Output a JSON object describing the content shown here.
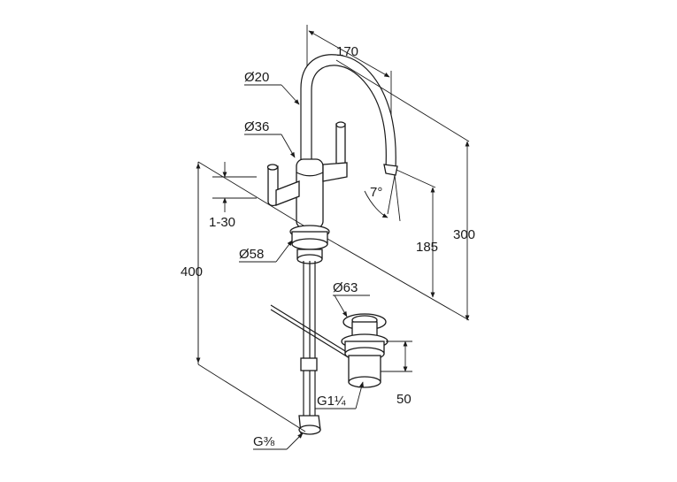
{
  "dimensions": {
    "width_top": "170",
    "spout_dia": "Ø20",
    "body_dia": "Ø36",
    "swivel_angle": "7°",
    "adjust_range": "1-30",
    "height_total": "300",
    "spout_height": "185",
    "height_overall": "400",
    "base_dia": "Ø58",
    "waste_dia": "Ø63",
    "waste_thread": "G1¼",
    "waste_height": "50",
    "supply_thread": "G⅜"
  }
}
